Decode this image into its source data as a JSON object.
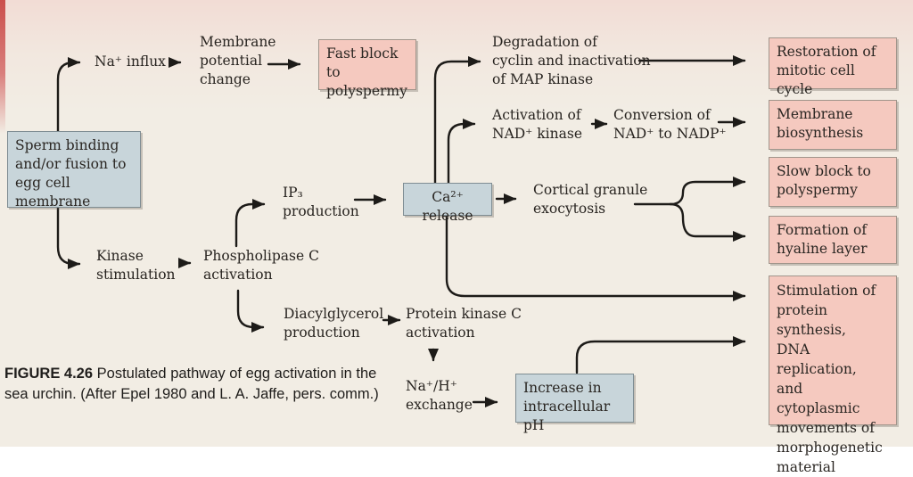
{
  "figure": {
    "caption_label": "FIGURE 4.26",
    "caption_text": "  Postulated pathway of egg activation in the\nsea urchin. (After Epel 1980 and L. A. Jaffe, pers. comm.)"
  },
  "colors": {
    "background": "#f2ede4",
    "box_blue": "#c8d5da",
    "box_pink": "#f5c9bf",
    "arrow": "#1d1b18"
  },
  "nodes": {
    "sperm_binding": {
      "label": "Sperm binding\nand/or fusion to\negg cell membrane",
      "style": "blue-box"
    },
    "na_influx": {
      "label": "Na⁺ influx",
      "style": "text"
    },
    "membrane_potential": {
      "label": "Membrane\npotential\nchange",
      "style": "text"
    },
    "fast_block": {
      "label": "Fast block to\npolyspermy",
      "style": "pink-box"
    },
    "degradation_cyclin": {
      "label": "Degradation of\ncyclin and inactivation\nof MAP kinase",
      "style": "text"
    },
    "restoration_mitotic": {
      "label": "Restoration of\nmitotic cell cycle",
      "style": "pink-box"
    },
    "activation_nad": {
      "label": "Activation of\nNAD⁺ kinase",
      "style": "text"
    },
    "conversion_nadp": {
      "label": "Conversion of\nNAD⁺ to NADP⁺",
      "style": "text"
    },
    "membrane_biosynthesis": {
      "label": "Membrane\nbiosynthesis",
      "style": "pink-box"
    },
    "ip3_production": {
      "label": "IP₃\nproduction",
      "style": "text"
    },
    "ca_release": {
      "label": "Ca²⁺ release",
      "style": "blue-box"
    },
    "cortical_granule": {
      "label": "Cortical granule\nexocytosis",
      "style": "text"
    },
    "slow_block": {
      "label": "Slow block to\npolyspermy",
      "style": "pink-box"
    },
    "hyaline_layer": {
      "label": "Formation of\nhyaline layer",
      "style": "pink-box"
    },
    "kinase_stimulation": {
      "label": "Kinase\nstimulation",
      "style": "text"
    },
    "phospholipase_c": {
      "label": "Phospholipase C\nactivation",
      "style": "text"
    },
    "diacylglycerol": {
      "label": "Diacylglycerol\nproduction",
      "style": "text"
    },
    "protein_kinase_c": {
      "label": "Protein kinase C\nactivation",
      "style": "text"
    },
    "na_h_exchange": {
      "label": "Na⁺/H⁺\nexchange",
      "style": "text"
    },
    "increase_ph": {
      "label": "Increase in\nintracellular pH",
      "style": "blue-box"
    },
    "stimulation_synthesis": {
      "label": "Stimulation of\nprotein synthesis,\nDNA replication,\nand cytoplasmic\nmovements of\nmorphogenetic\nmaterial",
      "style": "pink-box"
    }
  }
}
